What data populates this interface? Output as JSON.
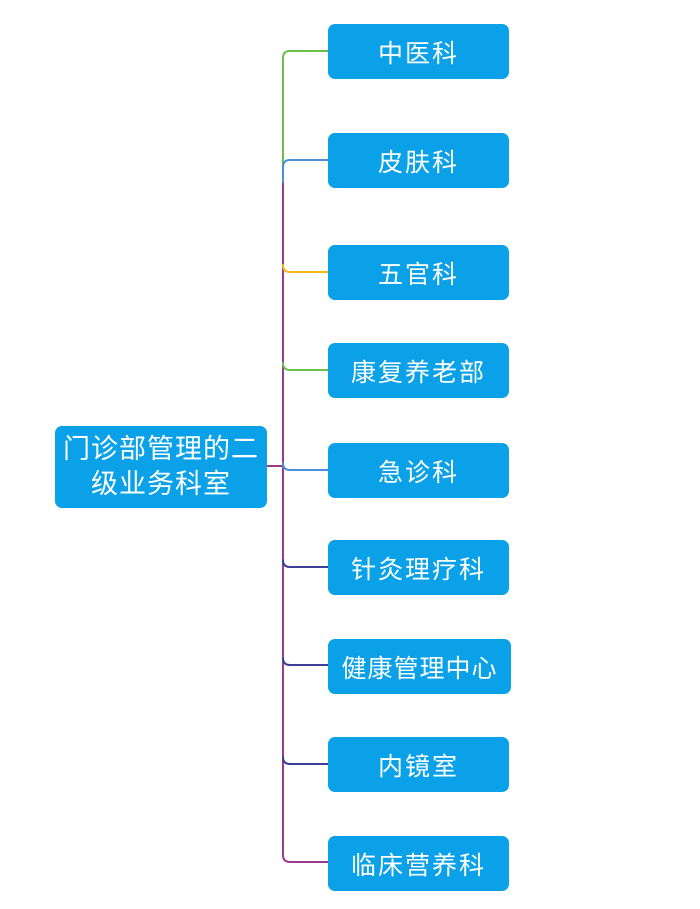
{
  "root": {
    "label": "门诊部管理的二级业务科室"
  },
  "branches": [
    {
      "label": "中医科",
      "color": "#6cc04a"
    },
    {
      "label": "皮肤科",
      "color": "#4a90d9"
    },
    {
      "label": "五官科",
      "color": "#f5b51b"
    },
    {
      "label": "康复养老部",
      "color": "#6cc04a"
    },
    {
      "label": "急诊科",
      "color": "#4a90d9"
    },
    {
      "label": "针灸理疗科",
      "color": "#3b3f96"
    },
    {
      "label": "健康管理中心",
      "color": "#3b3f96"
    },
    {
      "label": "内镜室",
      "color": "#3b3f96"
    },
    {
      "label": "临床营养科",
      "color": "#9b3b8a"
    }
  ],
  "trunk_color": "#9b3b8a",
  "node_color": "#0aa1e8"
}
